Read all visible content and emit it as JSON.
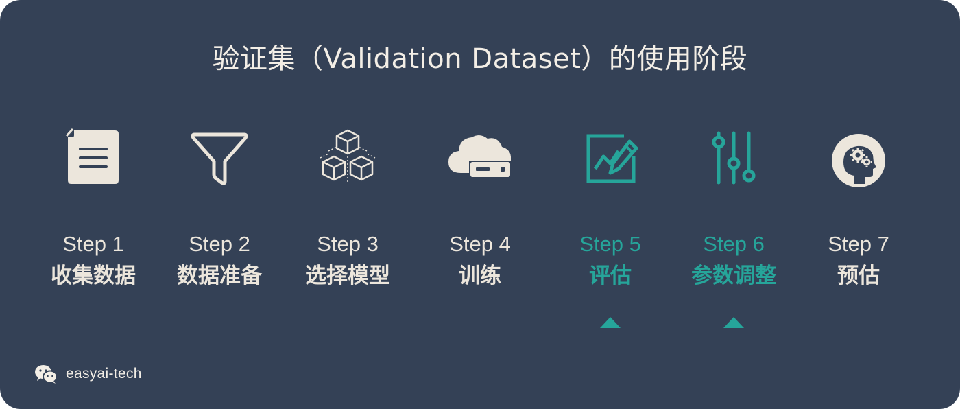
{
  "title": "验证集（Validation Dataset）的使用阶段",
  "colors": {
    "background": "#344156",
    "light": "#ece6dc",
    "accent": "#26a59a"
  },
  "steps": [
    {
      "number": "Step 1",
      "label": "收集数据",
      "icon": "document-icon",
      "active": false
    },
    {
      "number": "Step 2",
      "label": "数据准备",
      "icon": "funnel-filter-icon",
      "active": false
    },
    {
      "number": "Step 3",
      "label": "选择模型",
      "icon": "cubes-model-icon",
      "active": false
    },
    {
      "number": "Step 4",
      "label": "训练",
      "icon": "cloud-server-icon",
      "active": false
    },
    {
      "number": "Step 5",
      "label": "评估",
      "icon": "chart-edit-icon",
      "active": true
    },
    {
      "number": "Step 6",
      "label": "参数调整",
      "icon": "sliders-icon",
      "active": true
    },
    {
      "number": "Step 7",
      "label": "预估",
      "icon": "head-gears-icon",
      "active": false
    }
  ],
  "footer": {
    "icon": "wechat-icon",
    "handle": "easyai-tech"
  }
}
